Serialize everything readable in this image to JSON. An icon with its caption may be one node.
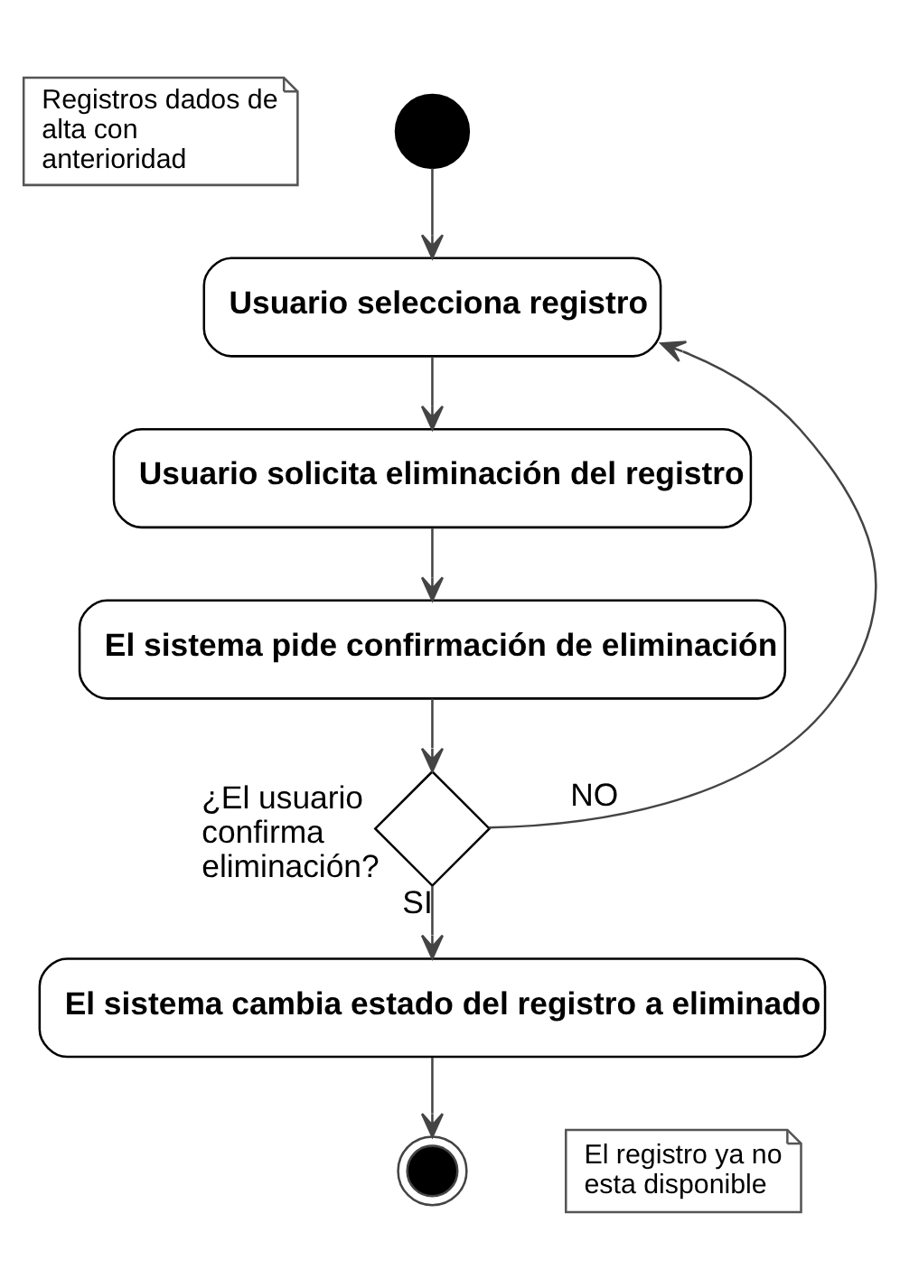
{
  "diagram": {
    "nodes": [
      {
        "text": [
          "Registros dados de alta con anterioridad"
        ]
      },
      {
        "text": [],
        "shape": "circle"
      },
      {
        "text": [
          "Usuario selecciona registro"
        ]
      },
      {
        "text": [
          "Usuario solicita eliminación del registro"
        ]
      },
      {
        "text": [
          "El sistema pide confirmación de eliminación"
        ]
      },
      {
        "text": [],
        "shape": "diamond",
        "beside": [
          "¿El usuario confirma eliminación?"
        ]
      },
      {
        "text": [
          "El sistema cambia estado del registro a eliminado"
        ]
      },
      {
        "text": [],
        "shape": "circle"
      },
      {
        "text": [
          "El registro ya no esta disponible"
        ]
      }
    ],
    "edges": [
      {
        "from": 1,
        "to": 2,
        "arrow": "to"
      },
      {
        "from": 2,
        "to": 3,
        "arrow": "to"
      },
      {
        "from": 3,
        "to": 4,
        "arrow": "to"
      },
      {
        "from": 4,
        "to": 5,
        "arrow": "to"
      },
      {
        "from": 5,
        "to": 2,
        "arrow": "to",
        "label": "NO"
      },
      {
        "from": 5,
        "to": 6,
        "arrow": "to",
        "label": "SI"
      },
      {
        "from": 6,
        "to": 7,
        "arrow": "to"
      }
    ]
  }
}
